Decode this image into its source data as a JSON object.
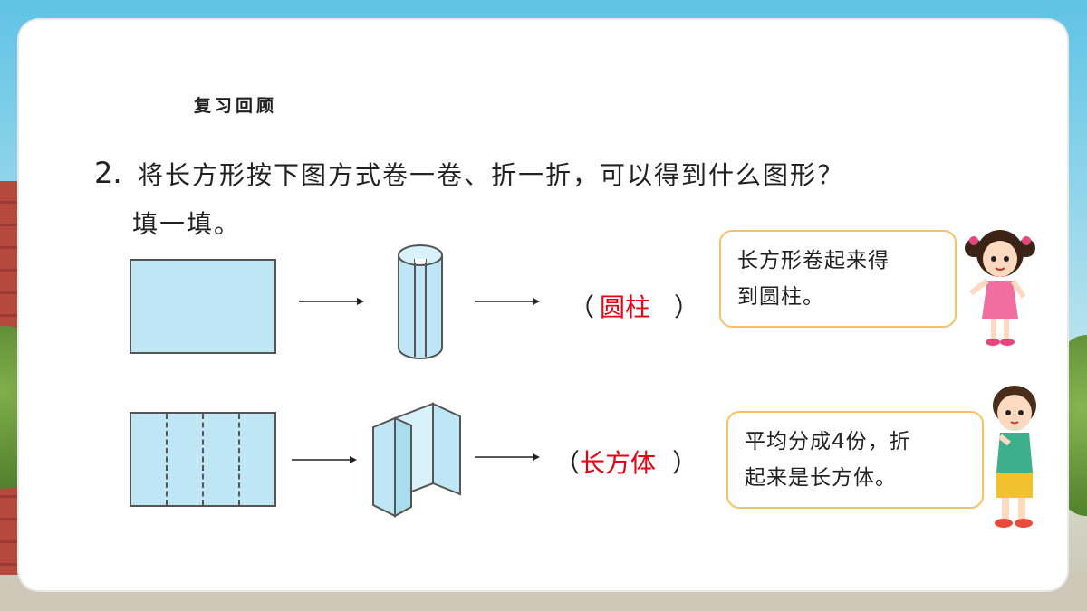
{
  "section": {
    "title": "复习回顾"
  },
  "question": {
    "number": "2.",
    "text_line1": "将长方形按下图方式卷一卷、折一折，可以得到什么图形？",
    "text_line2": "填一填。"
  },
  "rows": [
    {
      "answer_open": "（",
      "answer_fill": "圆柱",
      "answer_close": "）",
      "bubble_line1": "长方形卷起来得",
      "bubble_line2": "到圆柱。"
    },
    {
      "answer_open": "（",
      "answer_fill": "长方体",
      "answer_close": "）",
      "bubble_line1": "平均分成4份，折",
      "bubble_line2": "起来是长方体。"
    }
  ],
  "colors": {
    "shape_fill": "#bfe6f5",
    "answer_red": "#e60012",
    "bubble_border": "#f3c26b"
  }
}
